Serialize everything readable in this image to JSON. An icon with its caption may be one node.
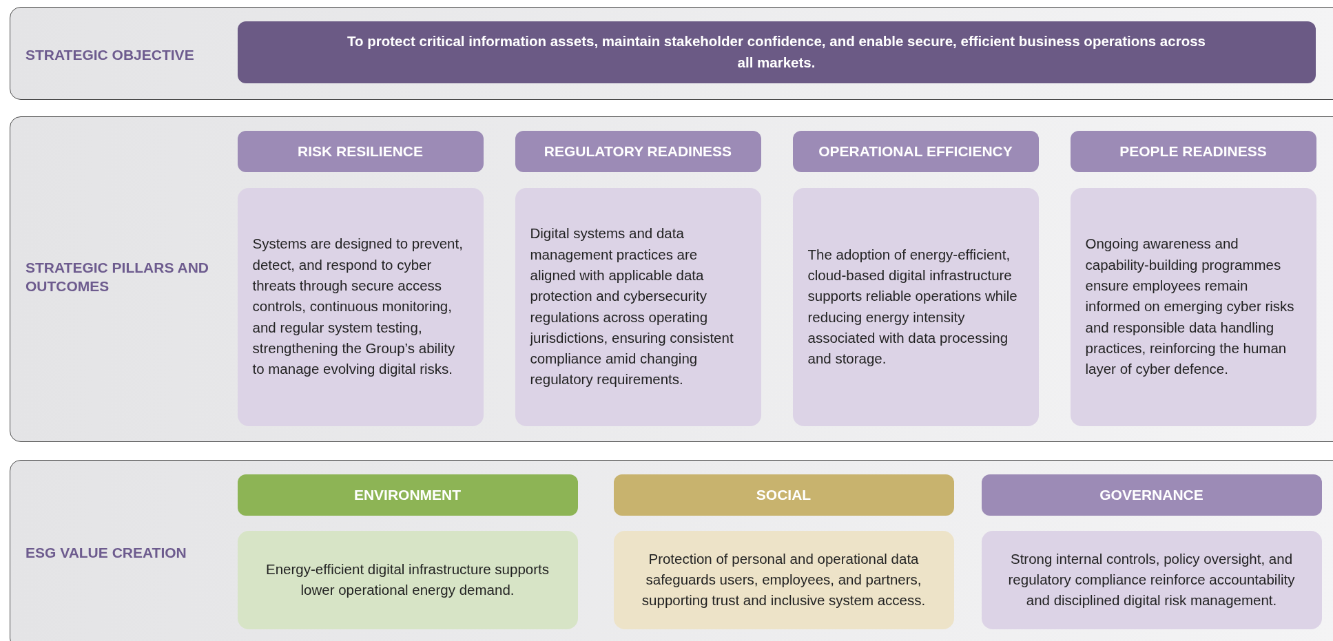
{
  "diagram": {
    "nodes": [
      {
        "text": [
          "STRATEGIC OBJECTIVE"
        ]
      },
      {
        "text": [
          "To protect critical information assets, maintain stakeholder confidence, and enable secure, efficient business operations across all markets."
        ],
        "in": 0
      },
      {
        "text": [
          "STRATEGIC PILLARS AND OUTCOMES"
        ]
      },
      {
        "text": [
          "RISK RESILIENCE"
        ],
        "in": 2
      },
      {
        "text": [
          "REGULATORY READINESS"
        ],
        "in": 2
      },
      {
        "text": [
          "OPERATIONAL EFFICIENCY"
        ],
        "in": 2
      },
      {
        "text": [
          "PEOPLE READINESS"
        ],
        "in": 2
      },
      {
        "text": [
          "Systems are designed to prevent, detect, and respond to cyber threats through secure access controls, continuous monitoring, and regular system testing, strengthening the Group’s ability to manage evolving digital risks."
        ],
        "in": 2
      },
      {
        "text": [
          "Digital systems and data management practices are aligned with applicable data protection and cybersecurity regulations across operating jurisdictions, ensuring consistent compliance amid changing regulatory requirements."
        ],
        "in": 2
      },
      {
        "text": [
          "The adoption of energy-efficient, cloud-based digital infrastructure supports reliable operations while reducing energy intensity associated with data processing and storage."
        ],
        "in": 2
      },
      {
        "text": [
          "Ongoing awareness and capability-building programmes ensure employees remain informed on emerging cyber risks and responsible data handling practices, reinforcing the human layer of cyber defence."
        ],
        "in": 2
      },
      {
        "text": [
          "ESG VALUE CREATION"
        ]
      },
      {
        "text": [
          "ENVIRONMENT"
        ],
        "in": 11
      },
      {
        "text": [
          "SOCIAL"
        ],
        "in": 11
      },
      {
        "text": [
          "GOVERNANCE"
        ],
        "in": 11
      },
      {
        "text": [
          "Energy-efficient digital infrastructure supports lower operational energy demand."
        ],
        "in": 11
      },
      {
        "text": [
          "Protection of personal and operational data safeguards users, employees, and partners, supporting trust and inclusive system access."
        ],
        "in": 11
      },
      {
        "text": [
          "Strong internal controls, policy oversight, and regulatory compliance reinforce accountability and disciplined digital risk management."
        ],
        "in": 11
      }
    ]
  }
}
